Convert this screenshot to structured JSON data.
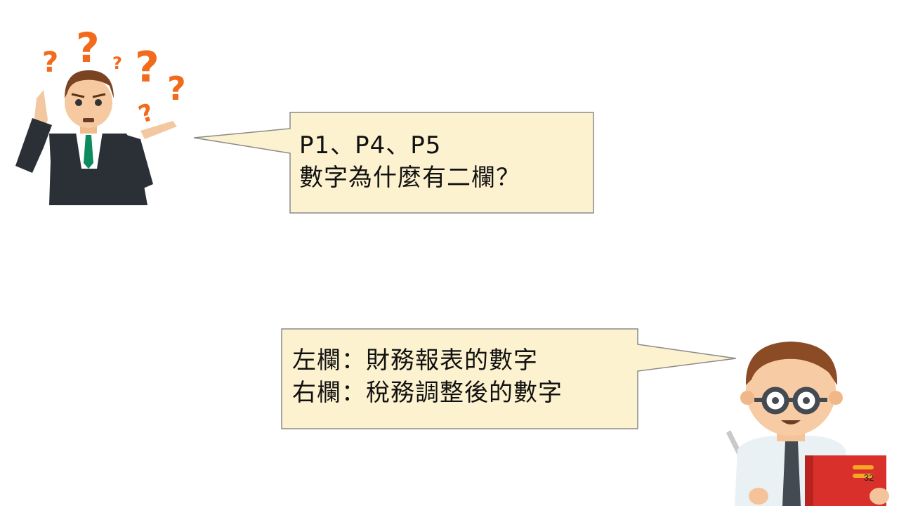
{
  "question": {
    "line1": "P1、P4、P5",
    "line2": "數字為什麼有二欄？"
  },
  "answer": {
    "line1": "左欄：財務報表的數字",
    "line2": "右欄：稅務調整後的數字"
  },
  "page_number": "32",
  "colors": {
    "bubble_fill": "#fdf2cf",
    "bubble_border": "#8a8a8a",
    "question_mark": "#f26a1b",
    "suit": "#2b2f36",
    "tie": "#0e8a5f",
    "book_red": "#d9302c"
  }
}
